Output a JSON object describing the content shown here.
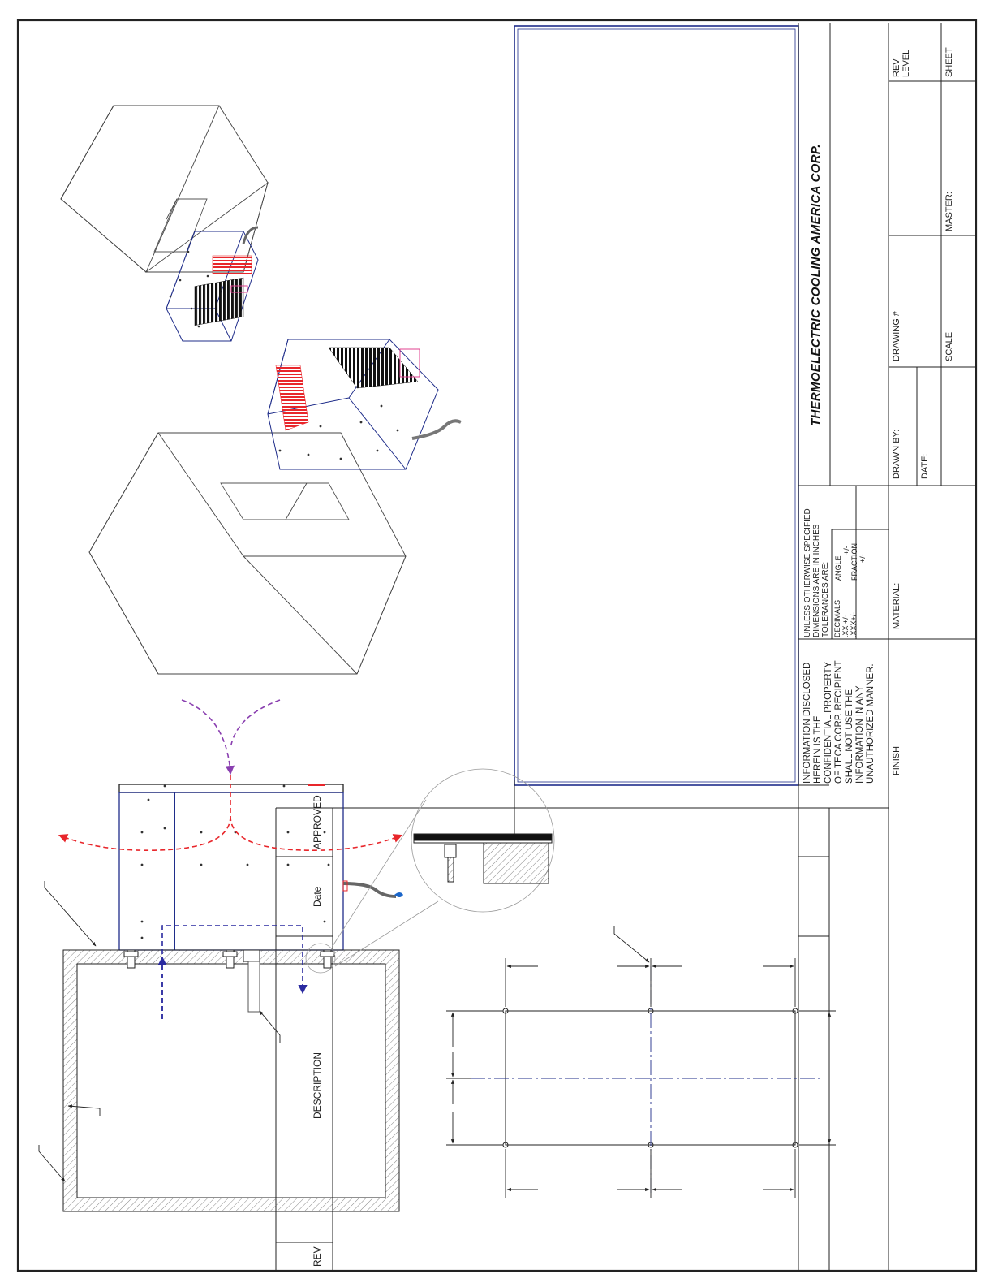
{
  "title_block": {
    "company": "THERMOELECTRIC COOLING AMERICA CORP.",
    "confidentiality": [
      "INFORMATION DISCLOSED",
      "HEREIN IS THE",
      "CONFIDENTIAL PROPERTY",
      "OF TECA CORP. RECIPIENT",
      "SHALL NOT USE THE",
      "INFORMATION IN ANY",
      "UNAUTHORIZED MANNER."
    ],
    "unless_specified": [
      "UNLESS OTHERWISE SPECIFIED",
      "DIMENSIONS ARE IN INCHES",
      "TOLERANCES ARE:"
    ],
    "decimals_label": "DECIMALS",
    "xx_tol": ".XX +/-",
    "xxx_tol": ".XXX+/-",
    "angle_label": "ANGLE",
    "angle_tol": "+/-",
    "fraction_label": "FRACTION",
    "fraction_tol": "+/-",
    "finish_label": "FINISH:",
    "material_label": "MATERIAL:",
    "drawn_by_label": "DRAWN BY:",
    "date_label": "DATE:",
    "drawing_no_label": "DRAWING #",
    "scale_label": "SCALE",
    "master_label": "MASTER:",
    "rev_level_label": [
      "REV",
      "LEVEL"
    ],
    "sheet_label": "SHEET"
  },
  "revision_block": {
    "rev_label": "REV",
    "description_label": "DESCRIPTION",
    "date_label": "Date",
    "approved_label": "APPROVED"
  },
  "colors": {
    "outline": "#222222",
    "housing_blue": "#1f2d8a",
    "hot_air_red": "#e8262b",
    "cold_air_blue": "#2a2aa0",
    "ambient_purple": "#8a3fb0",
    "drain_blue": "#1b66c9",
    "pink_accent": "#e0408f"
  },
  "icons": {
    "drain_drop": "water-drop-icon"
  }
}
